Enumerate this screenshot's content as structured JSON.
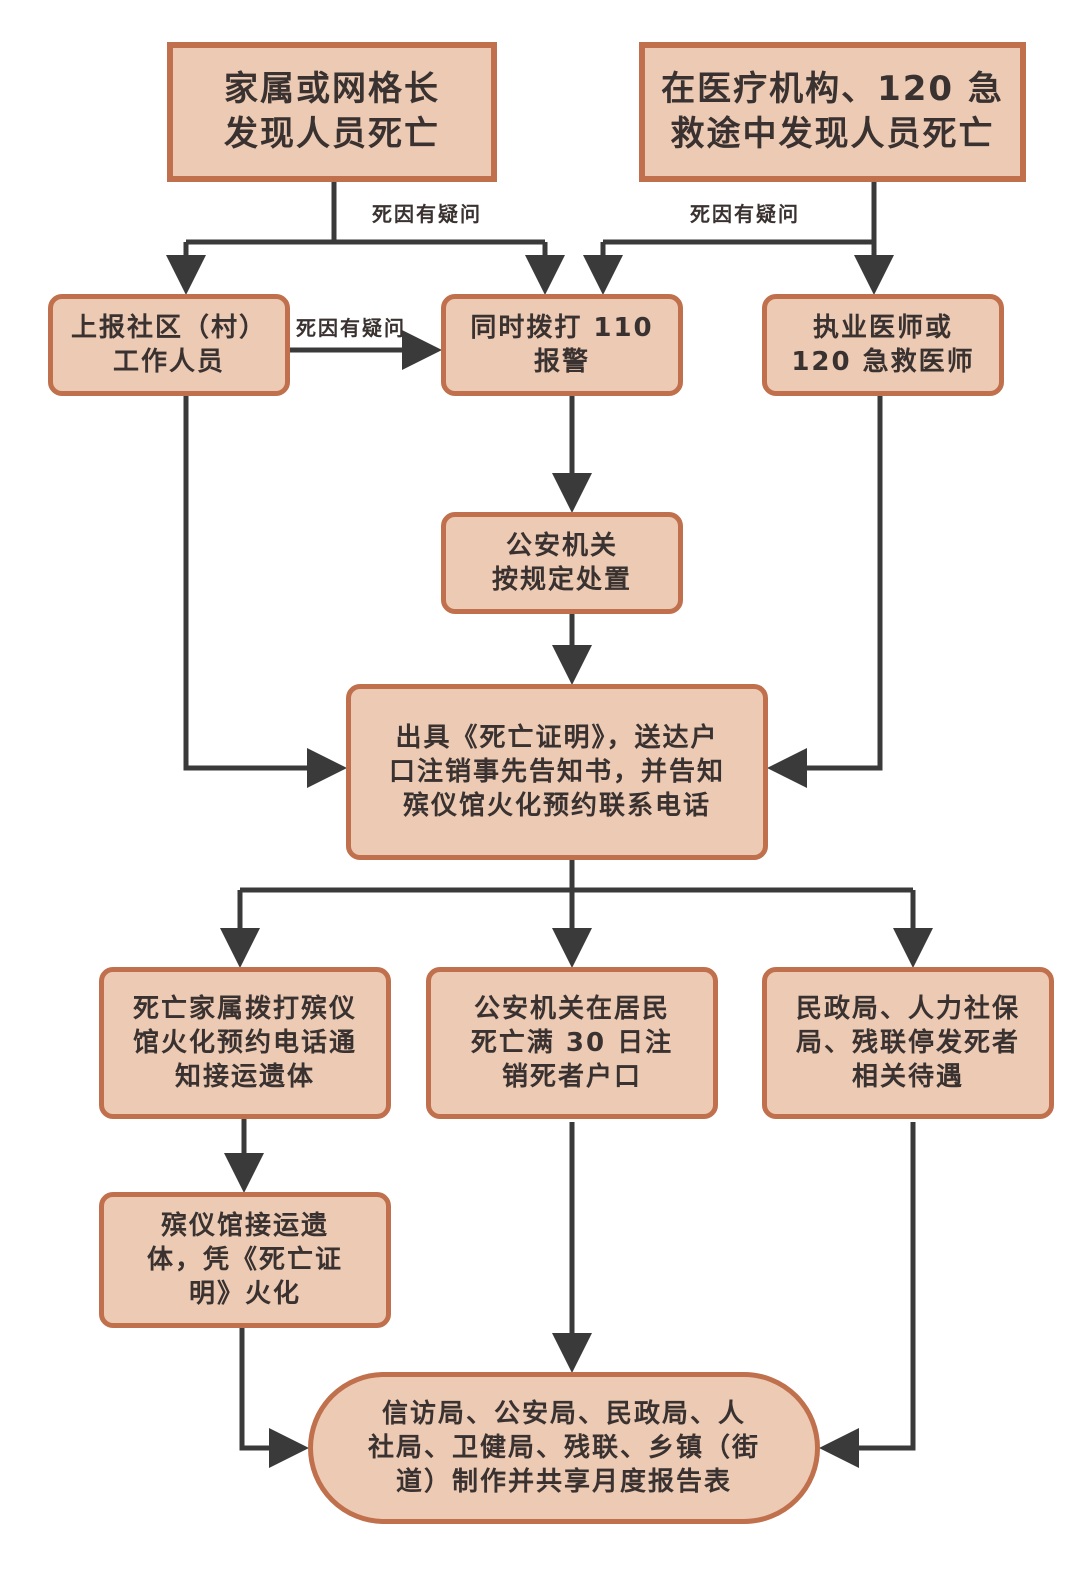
{
  "nodes": {
    "start_family": "家属或网格长\n发现人员死亡",
    "start_medical": "在医疗机构、120 急\n救途中发现人员死亡",
    "report_community": "上报社区（村）\n工作人员",
    "call_110": "同时拨打 110\n报警",
    "doctor": "执业医师或\n120 急救医师",
    "police_handle": "公安机关\n按规定处置",
    "certificate": "出具《死亡证明》，送达户\n口注销事先告知书，并告知\n殡仪馆火化预约联系电话",
    "family_call": "死亡家属拨打殡仪\n馆火化预约电话通\n知接运遗体",
    "police_cancel": "公安机关在居民\n死亡满 30 日注\n销死者户口",
    "stop_benefits": "民政局、人力社保\n局、残联停发死者\n相关待遇",
    "funeral_home": "殡仪馆接运遗\n体，凭《死亡证\n明》火化",
    "monthly_report": "信访局、公安局、民政局、人\n社局、卫健局、残联、乡镇（街\n道）制作并共享月度报告表"
  },
  "edge_labels": {
    "doubt_left": "死因有疑问",
    "doubt_right": "死因有疑问",
    "doubt_mid": "死因有疑问"
  },
  "colors": {
    "node_fill": "#eccab4",
    "node_border": "#c0704c",
    "line": "#3a3a3a",
    "text": "#3a3230"
  }
}
